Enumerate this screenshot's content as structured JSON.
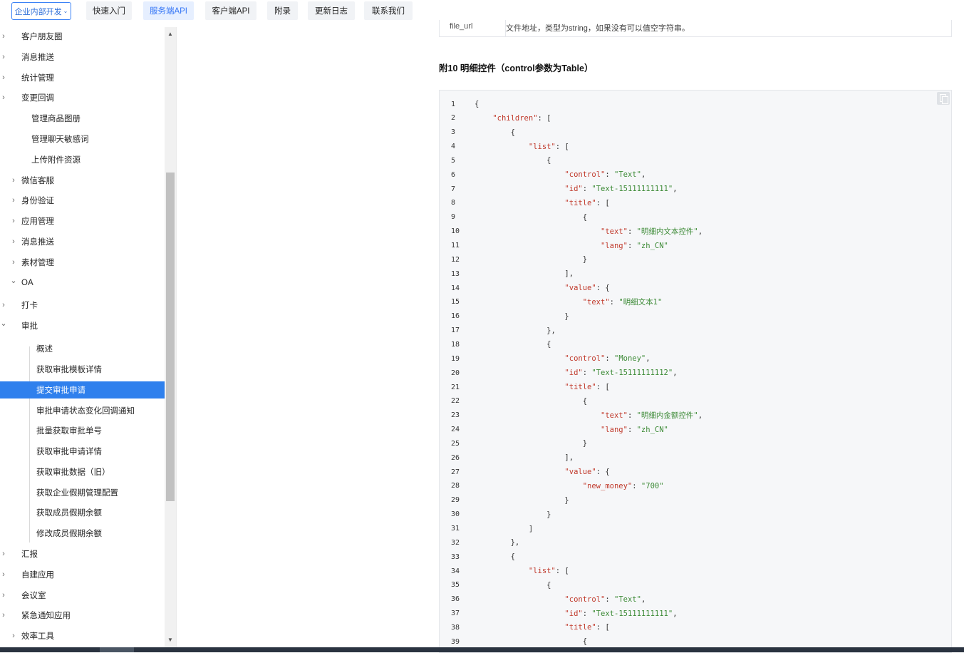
{
  "topnav": {
    "org_select": "企业内部开发",
    "tabs": [
      {
        "label": "快速入门",
        "active": false
      },
      {
        "label": "服务端API",
        "active": true
      },
      {
        "label": "客户端API",
        "active": false
      },
      {
        "label": "附录",
        "active": false
      },
      {
        "label": "更新日志",
        "active": false
      },
      {
        "label": "联系我们",
        "active": false
      }
    ]
  },
  "sidebar": {
    "items": [
      {
        "label": "客户朋友圈",
        "chevron": "right"
      },
      {
        "label": "消息推送",
        "chevron": "right"
      },
      {
        "label": "统计管理",
        "chevron": "right"
      },
      {
        "label": "变更回调",
        "chevron": "right"
      },
      {
        "label": "管理商品图册",
        "chevron": ""
      },
      {
        "label": "管理聊天敏感词",
        "chevron": ""
      },
      {
        "label": "上传附件资源",
        "chevron": ""
      },
      {
        "label": "微信客服",
        "chevron": "right"
      },
      {
        "label": "身份验证",
        "chevron": "right"
      },
      {
        "label": "应用管理",
        "chevron": "right"
      },
      {
        "label": "消息推送",
        "chevron": "right"
      },
      {
        "label": "素材管理",
        "chevron": "right"
      },
      {
        "label": "OA",
        "chevron": "down"
      },
      {
        "label": "打卡",
        "chevron": "right"
      },
      {
        "label": "审批",
        "chevron": "down"
      },
      {
        "label": "概述",
        "chevron": ""
      },
      {
        "label": "获取审批模板详情",
        "chevron": ""
      },
      {
        "label": "提交审批申请",
        "chevron": "",
        "selected": true
      },
      {
        "label": "审批申请状态变化回调通知",
        "chevron": ""
      },
      {
        "label": "批量获取审批单号",
        "chevron": ""
      },
      {
        "label": "获取审批申请详情",
        "chevron": ""
      },
      {
        "label": "获取审批数据（旧）",
        "chevron": ""
      },
      {
        "label": "获取企业假期管理配置",
        "chevron": ""
      },
      {
        "label": "获取成员假期余额",
        "chevron": ""
      },
      {
        "label": "修改成员假期余额",
        "chevron": ""
      },
      {
        "label": "汇报",
        "chevron": "right"
      },
      {
        "label": "自建应用",
        "chevron": "right"
      },
      {
        "label": "会议室",
        "chevron": "right"
      },
      {
        "label": "紧急通知应用",
        "chevron": "right"
      },
      {
        "label": "效率工具",
        "chevron": "right"
      }
    ]
  },
  "content": {
    "prev_table": {
      "param": "file_url",
      "desc": "文件地址，类型为string，如果没有可以值空字符串。"
    },
    "section_title": "附10 明细控件（control参数为Table）",
    "code_lines": [
      "{",
      "    \"children\": [",
      "        {",
      "            \"list\": [",
      "                {",
      "                    \"control\": \"Text\",",
      "                    \"id\": \"Text-15111111111\",",
      "                    \"title\": [",
      "                        {",
      "                            \"text\": \"明细内文本控件\",",
      "                            \"lang\": \"zh_CN\"",
      "                        }",
      "                    ],",
      "                    \"value\": {",
      "                        \"text\": \"明细文本1\"",
      "                    }",
      "                },",
      "                {",
      "                    \"control\": \"Money\",",
      "                    \"id\": \"Text-15111111112\",",
      "                    \"title\": [",
      "                        {",
      "                            \"text\": \"明细内金额控件\",",
      "                            \"lang\": \"zh_CN\"",
      "                        }",
      "                    ],",
      "                    \"value\": {",
      "                        \"new_money\": \"700\"",
      "                    }",
      "                }",
      "            ]",
      "        },",
      "        {",
      "            \"list\": [",
      "                {",
      "                    \"control\": \"Text\",",
      "                    \"id\": \"Text-15111111111\",",
      "                    \"title\": [",
      "                        {"
    ]
  },
  "icons": {
    "org_caret": "chevron-down-icon",
    "copy": "copy-icon",
    "scroll_up": "scroll-up-arrow-icon",
    "scroll_down": "scroll-down-arrow-icon"
  },
  "colors": {
    "accent": "#2f80ed",
    "tab_active_bg": "#e6efff",
    "json_key": "#c0392b",
    "json_string": "#3d8b37"
  }
}
